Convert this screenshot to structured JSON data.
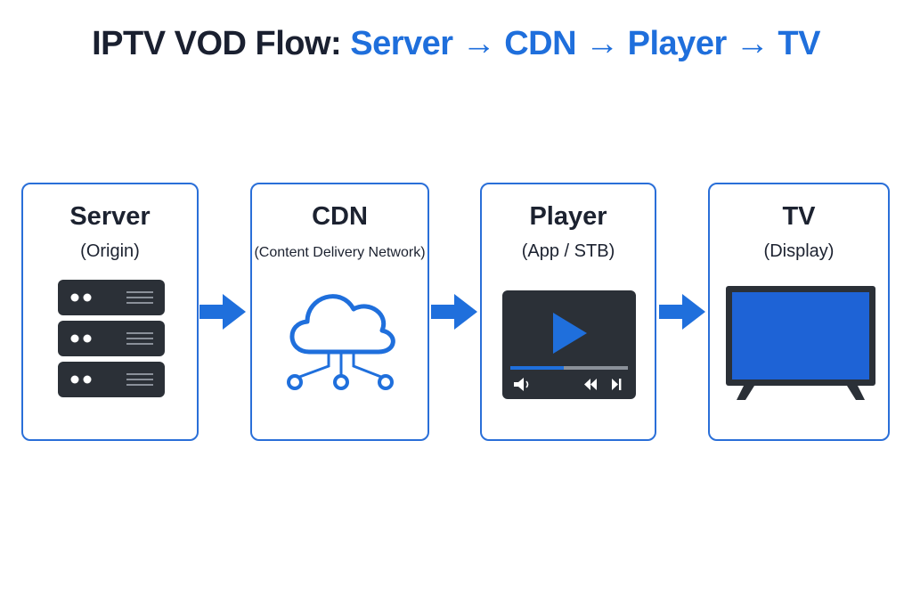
{
  "title": {
    "lead": "IPTV VOD Flow:",
    "flow": "Server → CDN → Player → TV"
  },
  "colors": {
    "accent": "#1f6fdc",
    "border": "#2a6fd8",
    "dark": "#2b3037",
    "text": "#1c2230"
  },
  "nodes": [
    {
      "name": "Server",
      "subtitle": "(Origin)",
      "icon": "server-rack-icon"
    },
    {
      "name": "CDN",
      "subtitle": "(Content Delivery Network)",
      "icon": "cloud-network-icon"
    },
    {
      "name": "Player",
      "subtitle": "(App / STB)",
      "icon": "video-player-icon"
    },
    {
      "name": "TV",
      "subtitle": "(Display)",
      "icon": "television-icon"
    }
  ],
  "connectors": [
    {
      "from": "Server",
      "to": "CDN",
      "icon": "arrow-right-icon"
    },
    {
      "from": "CDN",
      "to": "Player",
      "icon": "arrow-right-icon"
    },
    {
      "from": "Player",
      "to": "TV",
      "icon": "arrow-right-icon"
    }
  ]
}
